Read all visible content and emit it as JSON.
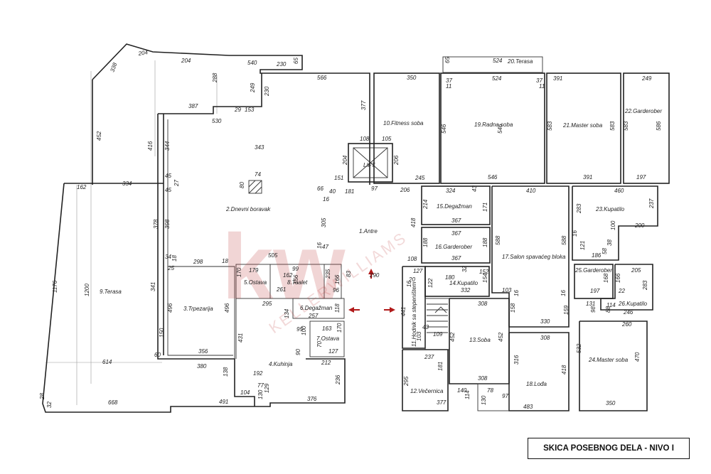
{
  "title": "SKICA POSEBNOG DELA - NIVO I",
  "colors": {
    "walls": "#222222",
    "arrows": "#b11a1a",
    "watermark": "#c24444"
  },
  "watermark": {
    "letters": "kw",
    "text": "KELLERWILLIAMS"
  },
  "lift_label": "LIFT",
  "rooms": {
    "r1": "1.Antre",
    "r2": "2.Dnevni boravak",
    "r3": "3.Trpezarija",
    "r4": "4.Kuhinja",
    "r5": "5.Ostava",
    "r6": "6.Degažman",
    "r7": "7.Ostava",
    "r8": "8.Toalet",
    "r9": "9.Terasa",
    "r10": "10.Fitness soba",
    "r11": "11.Hodnik sa stepeništem",
    "r12": "12.Večernica",
    "r13": "13.Soba",
    "r14": "14.Kupatilo",
    "r15": "15.Degažman",
    "r16": "16.Garderober",
    "r17": "17.Salon spavaćeg bloka",
    "r18": "18.Lođa",
    "r19": "19.Radna soba",
    "r20": "20.Terasa",
    "r21": "21.Master soba",
    "r22": "22.Garderober",
    "r23": "23.Kupatilo",
    "r24": "24.Master soba",
    "r25": "25.Garderober",
    "r26": "26.Kupatilo"
  },
  "dimensions": [
    "204",
    "204",
    "338",
    "540",
    "230",
    "65",
    "566",
    "288",
    "249",
    "230",
    "387",
    "29",
    "153",
    "530",
    "452",
    "416",
    "344",
    "343",
    "74",
    "80",
    "45",
    "27",
    "45",
    "162",
    "334",
    "378",
    "398",
    "34",
    "18",
    "25",
    "298",
    "18",
    "505",
    "179",
    "170",
    "99",
    "162",
    "156",
    "261",
    "235",
    "166",
    "83",
    "96",
    "295",
    "257",
    "118",
    "134",
    "95",
    "100",
    "90",
    "163",
    "170",
    "70",
    "127",
    "212",
    "236",
    "431",
    "341",
    "496",
    "496",
    "150",
    "356",
    "60",
    "380",
    "614",
    "1176",
    "1200",
    "138",
    "192",
    "129",
    "104",
    "77",
    "130",
    "376",
    "491",
    "668",
    "32",
    "28",
    "350",
    "377",
    "108",
    "105",
    "204",
    "206",
    "151",
    "181",
    "97",
    "206",
    "66",
    "40",
    "16",
    "245",
    "305",
    "47",
    "16",
    "418",
    "108",
    "290",
    "127",
    "441",
    "43",
    "103",
    "109",
    "122",
    "180",
    "32",
    "152",
    "154",
    "332",
    "237",
    "181",
    "295",
    "140",
    "78",
    "114",
    "97",
    "130",
    "377",
    "308",
    "452",
    "452",
    "308",
    "308",
    "316",
    "418",
    "483",
    "524",
    "65",
    "524",
    "37",
    "11",
    "37",
    "11",
    "546",
    "546",
    "546",
    "391",
    "583",
    "583",
    "391",
    "249",
    "583",
    "586",
    "197",
    "324",
    "43",
    "214",
    "171",
    "367",
    "367",
    "188",
    "188",
    "367",
    "410",
    "588",
    "588",
    "103",
    "16",
    "158",
    "330",
    "16",
    "159",
    "460",
    "283",
    "237",
    "200",
    "16",
    "121",
    "100",
    "186",
    "58",
    "38",
    "205",
    "168",
    "166",
    "283",
    "197",
    "22",
    "131",
    "98",
    "114",
    "88",
    "246",
    "260",
    "532",
    "470",
    "350",
    "16",
    "20"
  ]
}
